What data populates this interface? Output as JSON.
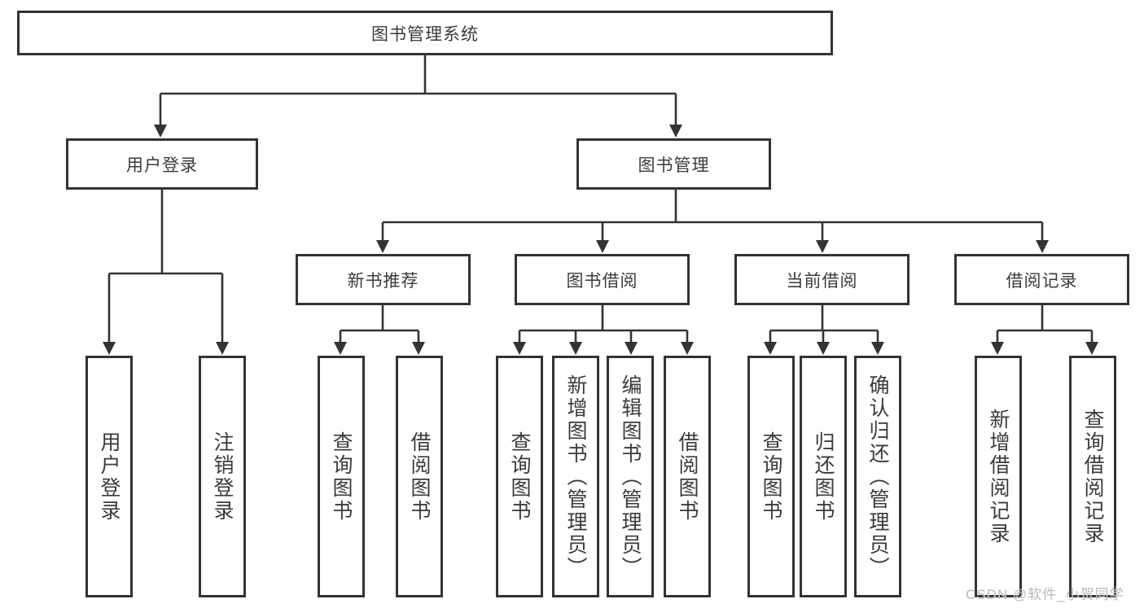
{
  "diagram": {
    "title": "图书管理系统",
    "level2": [
      {
        "label": "用户登录"
      },
      {
        "label": "图书管理"
      }
    ],
    "level3": [
      {
        "label": "新书推荐",
        "parent": "图书管理"
      },
      {
        "label": "图书借阅",
        "parent": "图书管理"
      },
      {
        "label": "当前借阅",
        "parent": "图书管理"
      },
      {
        "label": "借阅记录",
        "parent": "图书管理"
      }
    ],
    "leaves": [
      {
        "label": "用户登录",
        "parent": "用户登录"
      },
      {
        "label": "注销登录",
        "parent": "用户登录"
      },
      {
        "label": "查询图书",
        "parent": "新书推荐"
      },
      {
        "label": "借阅图书",
        "parent": "新书推荐"
      },
      {
        "label": "查询图书",
        "parent": "图书借阅"
      },
      {
        "label": "新增图书（管理员）",
        "parent": "图书借阅"
      },
      {
        "label": "编辑图书（管理员）",
        "parent": "图书借阅"
      },
      {
        "label": "借阅图书",
        "parent": "图书借阅"
      },
      {
        "label": "查询图书",
        "parent": "当前借阅"
      },
      {
        "label": "归还图书",
        "parent": "当前借阅"
      },
      {
        "label": "确认归还（管理员）",
        "parent": "当前借阅"
      },
      {
        "label": "新增借阅记录",
        "parent": "借阅记录"
      },
      {
        "label": "查询借阅记录",
        "parent": "借阅记录"
      }
    ],
    "colors": {
      "line": "#333333",
      "text": "#3b3b3b",
      "box_fill": "#ffffff",
      "watermark": "#b9b9b9"
    }
  },
  "watermark": {
    "text": "CSDN @软件_小贺同学"
  }
}
